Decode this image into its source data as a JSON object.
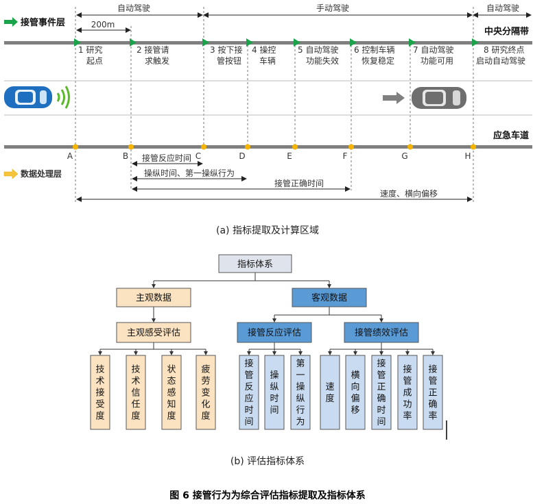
{
  "part_a": {
    "phases": {
      "auto_left": "自动驾驶",
      "manual": "手动驾驶",
      "auto_right": "自动驾驶"
    },
    "distance_200m": "200m",
    "takeover_layer": "接管事件层",
    "median_strip": "中央分隔带",
    "events": [
      "1 研究\n起点",
      "2 接管请\n求触发",
      "3 按下接\n管按钮",
      "4 操控\n车辆",
      "5 自动驾驶\n功能失效",
      "6 控制车辆\n恢复稳定",
      "7 自动驾驶\n功能可用",
      "8 研究终点\n启动自动驾驶"
    ],
    "emergency_lane": "应急车道",
    "points": [
      "A",
      "B",
      "C",
      "D",
      "E",
      "F",
      "G",
      "H"
    ],
    "data_layer": "数据处理层",
    "spans": {
      "reaction": "接管反应时间",
      "operate": "操纵时间、第一操纵行为",
      "correct": "接管正确时间",
      "speed": "速度、横向偏移"
    },
    "caption": "(a)  指标提取及计算区域"
  },
  "part_b": {
    "root": "指标体系",
    "subjective": "主观数据",
    "objective": "客观数据",
    "subj_eval": "主观感受评估",
    "reaction_eval": "接管反应评估",
    "perf_eval": "接管绩效评估",
    "subj_leaves": [
      "技术接受度",
      "技术信任度",
      "状态感知度",
      "疲劳变化度"
    ],
    "reaction_leaves": [
      "接管反应时间",
      "操纵时间",
      "第一操纵行为"
    ],
    "perf_leaves": [
      "速度",
      "横向偏移",
      "接管正确时间",
      "接管成功率",
      "接管正确率"
    ],
    "caption": "(b)  评估指标体系"
  },
  "figure_caption": "图 6  接管行为为综合评估指标提取及指标体系",
  "colors": {
    "road": "#7f7f7f",
    "green": "#1aa34a",
    "orange_dot": "#f5b400",
    "subj_fill": "#fbe3c2",
    "obj_fill": "#5b9bd5",
    "leaf_fill": "#c9dbf0",
    "root_fill": "#dfe4ec"
  }
}
